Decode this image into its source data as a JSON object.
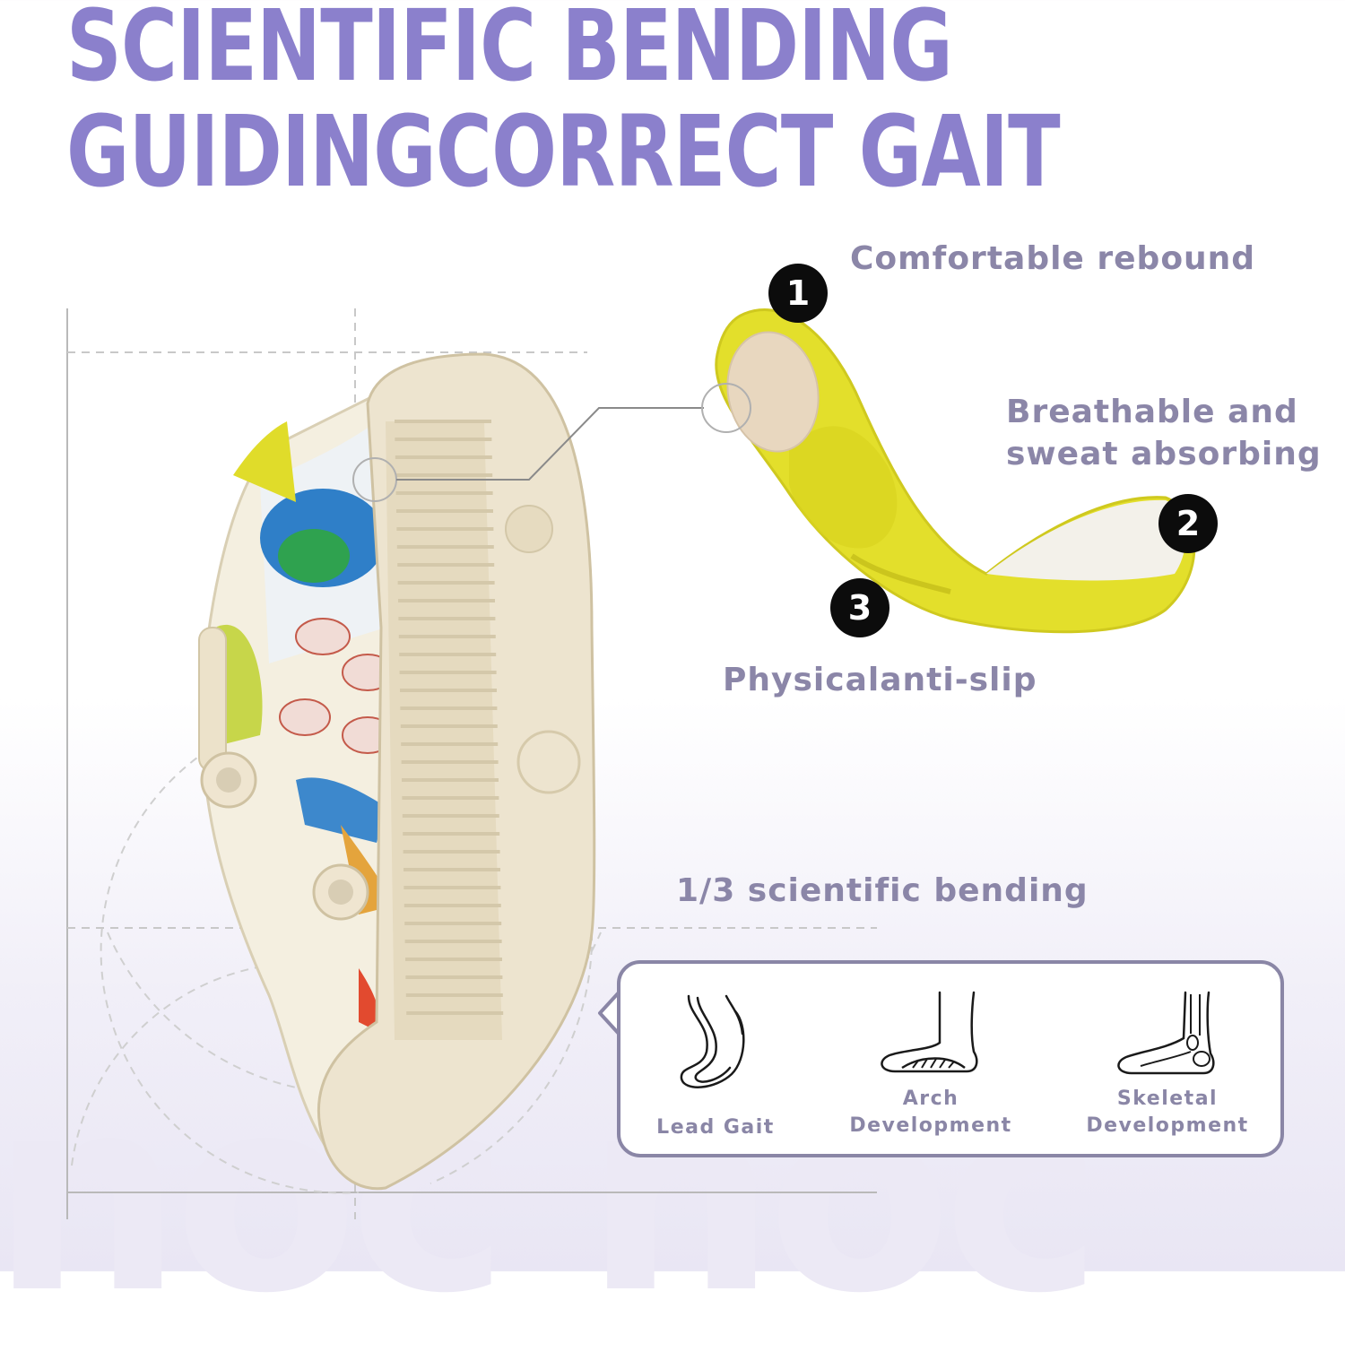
{
  "headline": {
    "line1": "SCIENTIFIC BENDING",
    "line2": "GUIDINGCORRECT GAIT"
  },
  "features": {
    "comfortable_rebound": "Comfortable rebound",
    "breathable_line1": "Breathable and",
    "breathable_line2": "sweat absorbing",
    "anti_slip": "Physicalanti-slip",
    "bending": "1/3 scientific bending"
  },
  "badges": [
    "1",
    "2",
    "3"
  ],
  "benefits": [
    {
      "label": "Lead Gait",
      "icon": "foot-gait-icon"
    },
    {
      "label": "Arch\nDevelopment",
      "icon": "foot-arch-icon"
    },
    {
      "label": "Skeletal\nDevelopment",
      "icon": "foot-skeleton-icon"
    }
  ],
  "watermark": "noc noc",
  "colors": {
    "headline": "#8b80cc",
    "label": "#8b86a8",
    "insole_yellow": "#e3df2b",
    "sole_beige": "#ede4cf",
    "badge": "#0c0c0c"
  }
}
